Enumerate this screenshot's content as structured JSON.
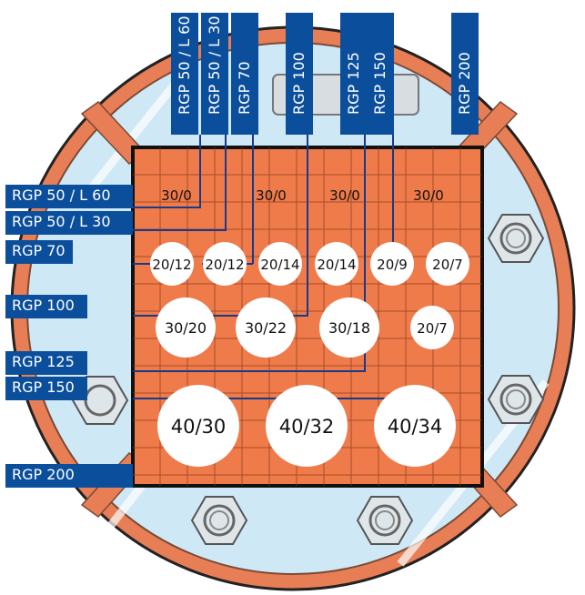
{
  "colors": {
    "label_bg": "#0b4f9c",
    "label_text": "#ffffff",
    "panel": "#ef7a4a",
    "rim": "#e87e55",
    "glass": "#cfe8f6",
    "hole": "#ffffff",
    "line": "#173a8a"
  },
  "icons": {
    "nut": "hex-nut-icon"
  },
  "left_labels": [
    "RGP 50 / L 60",
    "RGP 50 / L 30",
    "RGP 70",
    "RGP 100",
    "RGP 125",
    "RGP 150",
    "RGP 200"
  ],
  "top_labels": [
    "RGP 50 / L 60",
    "RGP 50 / L 30",
    "RGP 70",
    "RGP 100",
    "RGP 125",
    "RGP 150",
    "RGP 200"
  ],
  "row1": [
    "30/0",
    "30/0",
    "30/0",
    "30/0"
  ],
  "row2": [
    "20/12",
    "20/12",
    "20/14",
    "20/14",
    "20/9",
    "20/7"
  ],
  "row3": [
    "30/20",
    "30/22",
    "30/18",
    "20/7"
  ],
  "row4": [
    "40/30",
    "40/32",
    "40/34"
  ]
}
